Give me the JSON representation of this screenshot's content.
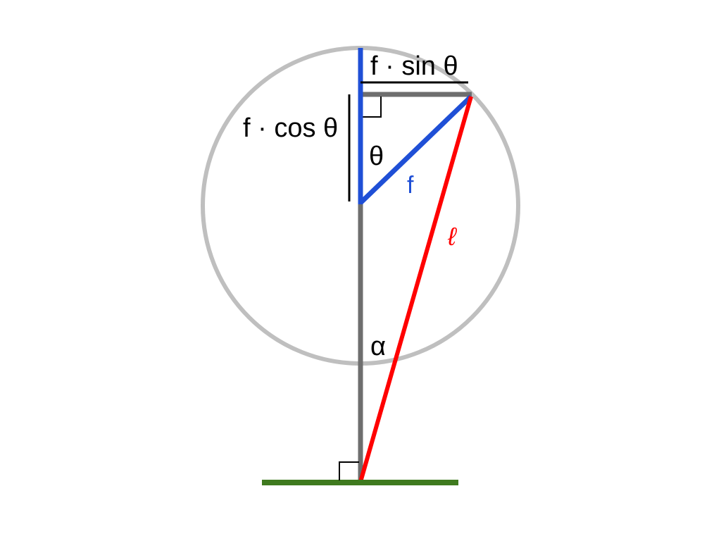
{
  "labels": {
    "f_sin_theta": "f · sin θ",
    "f_cos_theta": "f · cos θ",
    "theta": "θ",
    "f": "f",
    "ell": "ℓ",
    "alpha": "α"
  },
  "colors": {
    "circle": "#bfbfbf",
    "pole": "#6e6e6e",
    "blue_segments": "#1f4fd6",
    "red_segment": "#ff0000",
    "ground": "#3f7a1f",
    "dimension_lines": "#000000",
    "text": "#000000",
    "f_label": "#1f4fd6",
    "ell_label": "#ff0000"
  }
}
